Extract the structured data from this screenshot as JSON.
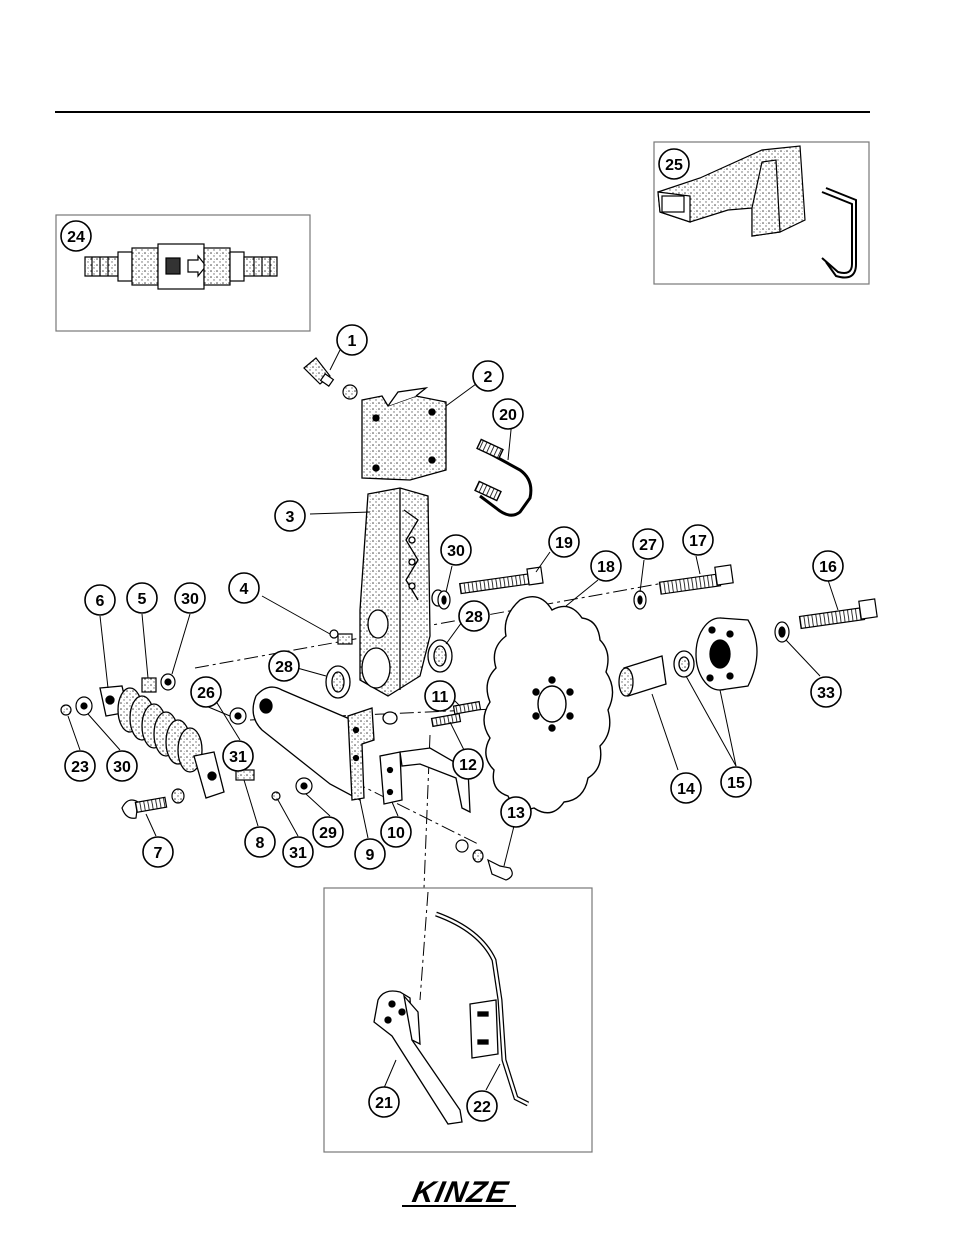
{
  "brand": {
    "logo_text": "KINZE"
  },
  "colors": {
    "ink": "#000000",
    "paper": "#ffffff",
    "stipple": "#555555"
  },
  "callouts": [
    {
      "id": "c1",
      "label": "1"
    },
    {
      "id": "c2",
      "label": "2"
    },
    {
      "id": "c3",
      "label": "3"
    },
    {
      "id": "c4",
      "label": "4"
    },
    {
      "id": "c5",
      "label": "5"
    },
    {
      "id": "c6",
      "label": "6"
    },
    {
      "id": "c7",
      "label": "7"
    },
    {
      "id": "c8",
      "label": "8"
    },
    {
      "id": "c9",
      "label": "9"
    },
    {
      "id": "c10",
      "label": "10"
    },
    {
      "id": "c11",
      "label": "11"
    },
    {
      "id": "c12",
      "label": "12"
    },
    {
      "id": "c13",
      "label": "13"
    },
    {
      "id": "c14",
      "label": "14"
    },
    {
      "id": "c15",
      "label": "15"
    },
    {
      "id": "c16",
      "label": "16"
    },
    {
      "id": "c17",
      "label": "17"
    },
    {
      "id": "c18",
      "label": "18"
    },
    {
      "id": "c19",
      "label": "19"
    },
    {
      "id": "c20",
      "label": "20"
    },
    {
      "id": "c21",
      "label": "21"
    },
    {
      "id": "c22",
      "label": "22"
    },
    {
      "id": "c23",
      "label": "23"
    },
    {
      "id": "c24",
      "label": "24"
    },
    {
      "id": "c25",
      "label": "25"
    },
    {
      "id": "c26",
      "label": "26"
    },
    {
      "id": "c27",
      "label": "27"
    },
    {
      "id": "c28a",
      "label": "28"
    },
    {
      "id": "c28b",
      "label": "28"
    },
    {
      "id": "c29",
      "label": "29"
    },
    {
      "id": "c30a",
      "label": "30"
    },
    {
      "id": "c30b",
      "label": "30"
    },
    {
      "id": "c30c",
      "label": "30"
    },
    {
      "id": "c31a",
      "label": "31"
    },
    {
      "id": "c31b",
      "label": "31"
    },
    {
      "id": "c33",
      "label": "33"
    }
  ]
}
